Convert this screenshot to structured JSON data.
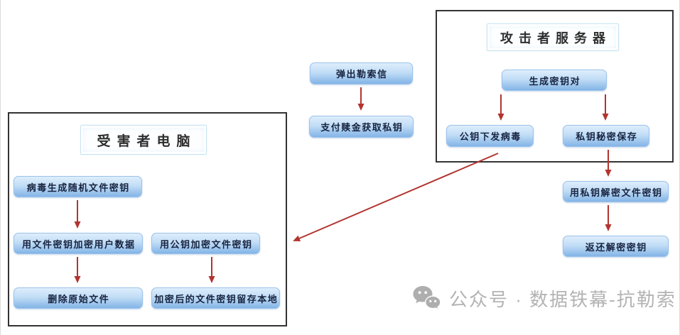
{
  "colors": {
    "node_top": "#ddeefc",
    "node_bottom": "#83b4e7",
    "node_border": "#9cc3ec",
    "node_text": "#172440",
    "title_text": "#2e2e2e",
    "arrow": "#b23430",
    "container_border": "#333333",
    "watermark": "#b3b3b3"
  },
  "attacker_box": {
    "title": "攻击者服务器",
    "nodes": {
      "generate_keypair": "生成密钥对",
      "public_key_virus": "公钥下发病毒",
      "private_key_keep": "私钥秘密保存"
    }
  },
  "ransom_flow": {
    "popup_note": "弹出勒索信",
    "pay_ransom": "支付赎金获取私钥"
  },
  "decrypt_flow": {
    "decrypt_file_key": "用私钥解密文件密钥",
    "return_key": "返还解密密钥"
  },
  "victim_box": {
    "title": "受害者电脑",
    "nodes": {
      "virus_random_key": "病毒生成随机文件密钥",
      "encrypt_user_data": "用文件密钥加密用户数据",
      "delete_original": "删除原始文件",
      "encrypt_file_key": "用公钥加密文件密钥",
      "key_stored_locally": "加密后的文件密钥留存本地"
    }
  },
  "watermark": {
    "icon": "wechat-icon",
    "text": "公众号 · 数据铁幕-抗勒索"
  }
}
